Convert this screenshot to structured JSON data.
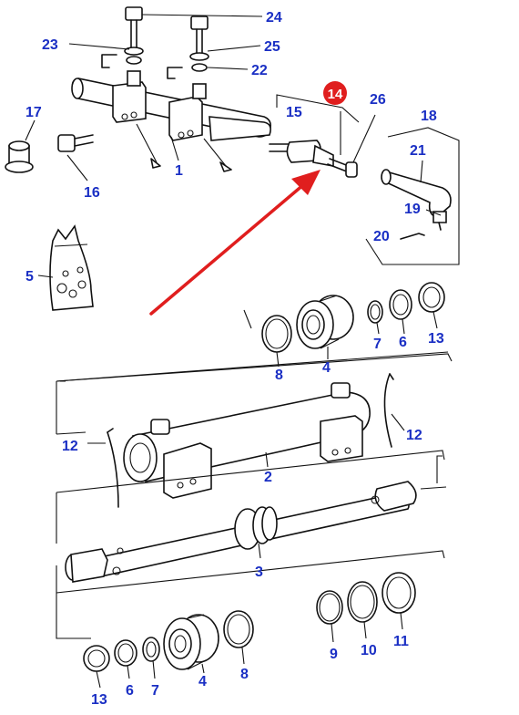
{
  "diagram": {
    "accent_color": "#e01e1e",
    "label_color": "#1a2fc4",
    "highlight": {
      "label": "14"
    },
    "callouts": {
      "c24": "24",
      "c23": "23",
      "c25": "25",
      "c22": "22",
      "c17": "17",
      "c16": "16",
      "c1": "1",
      "c15": "15",
      "c26": "26",
      "c18": "18",
      "c21": "21",
      "c19": "19",
      "c20": "20",
      "c5": "5",
      "c8a": "8",
      "c4a": "4",
      "c7a": "7",
      "c6a": "6",
      "c13a": "13",
      "c12a": "12",
      "c12b": "12",
      "c2": "2",
      "c3": "3",
      "c9": "9",
      "c10": "10",
      "c11": "11",
      "c13b": "13",
      "c6b": "6",
      "c7b": "7",
      "c4b": "4",
      "c8b": "8"
    }
  }
}
